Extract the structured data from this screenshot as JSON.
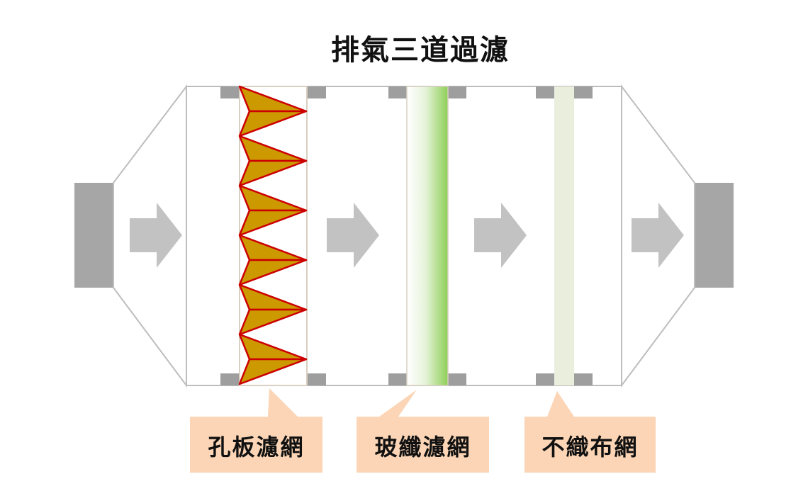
{
  "title": "排氣三道過濾",
  "labels": {
    "perforated": "孔板濾網",
    "glassfiber": "玻纖濾網",
    "nonwoven": "不織布網"
  },
  "colors": {
    "housing_stroke": "#bdbdbd",
    "port": "#a6a6a6",
    "clamp": "#9e9e9e",
    "arrow": "#c2c2c2",
    "pleat_fill": "#cc9900",
    "pleat_stroke": "#cc0000",
    "glassfiber_green": "#8ccf55",
    "nonwoven_fill": "#e9efdc",
    "callout_fill": "#fbd5b5"
  }
}
